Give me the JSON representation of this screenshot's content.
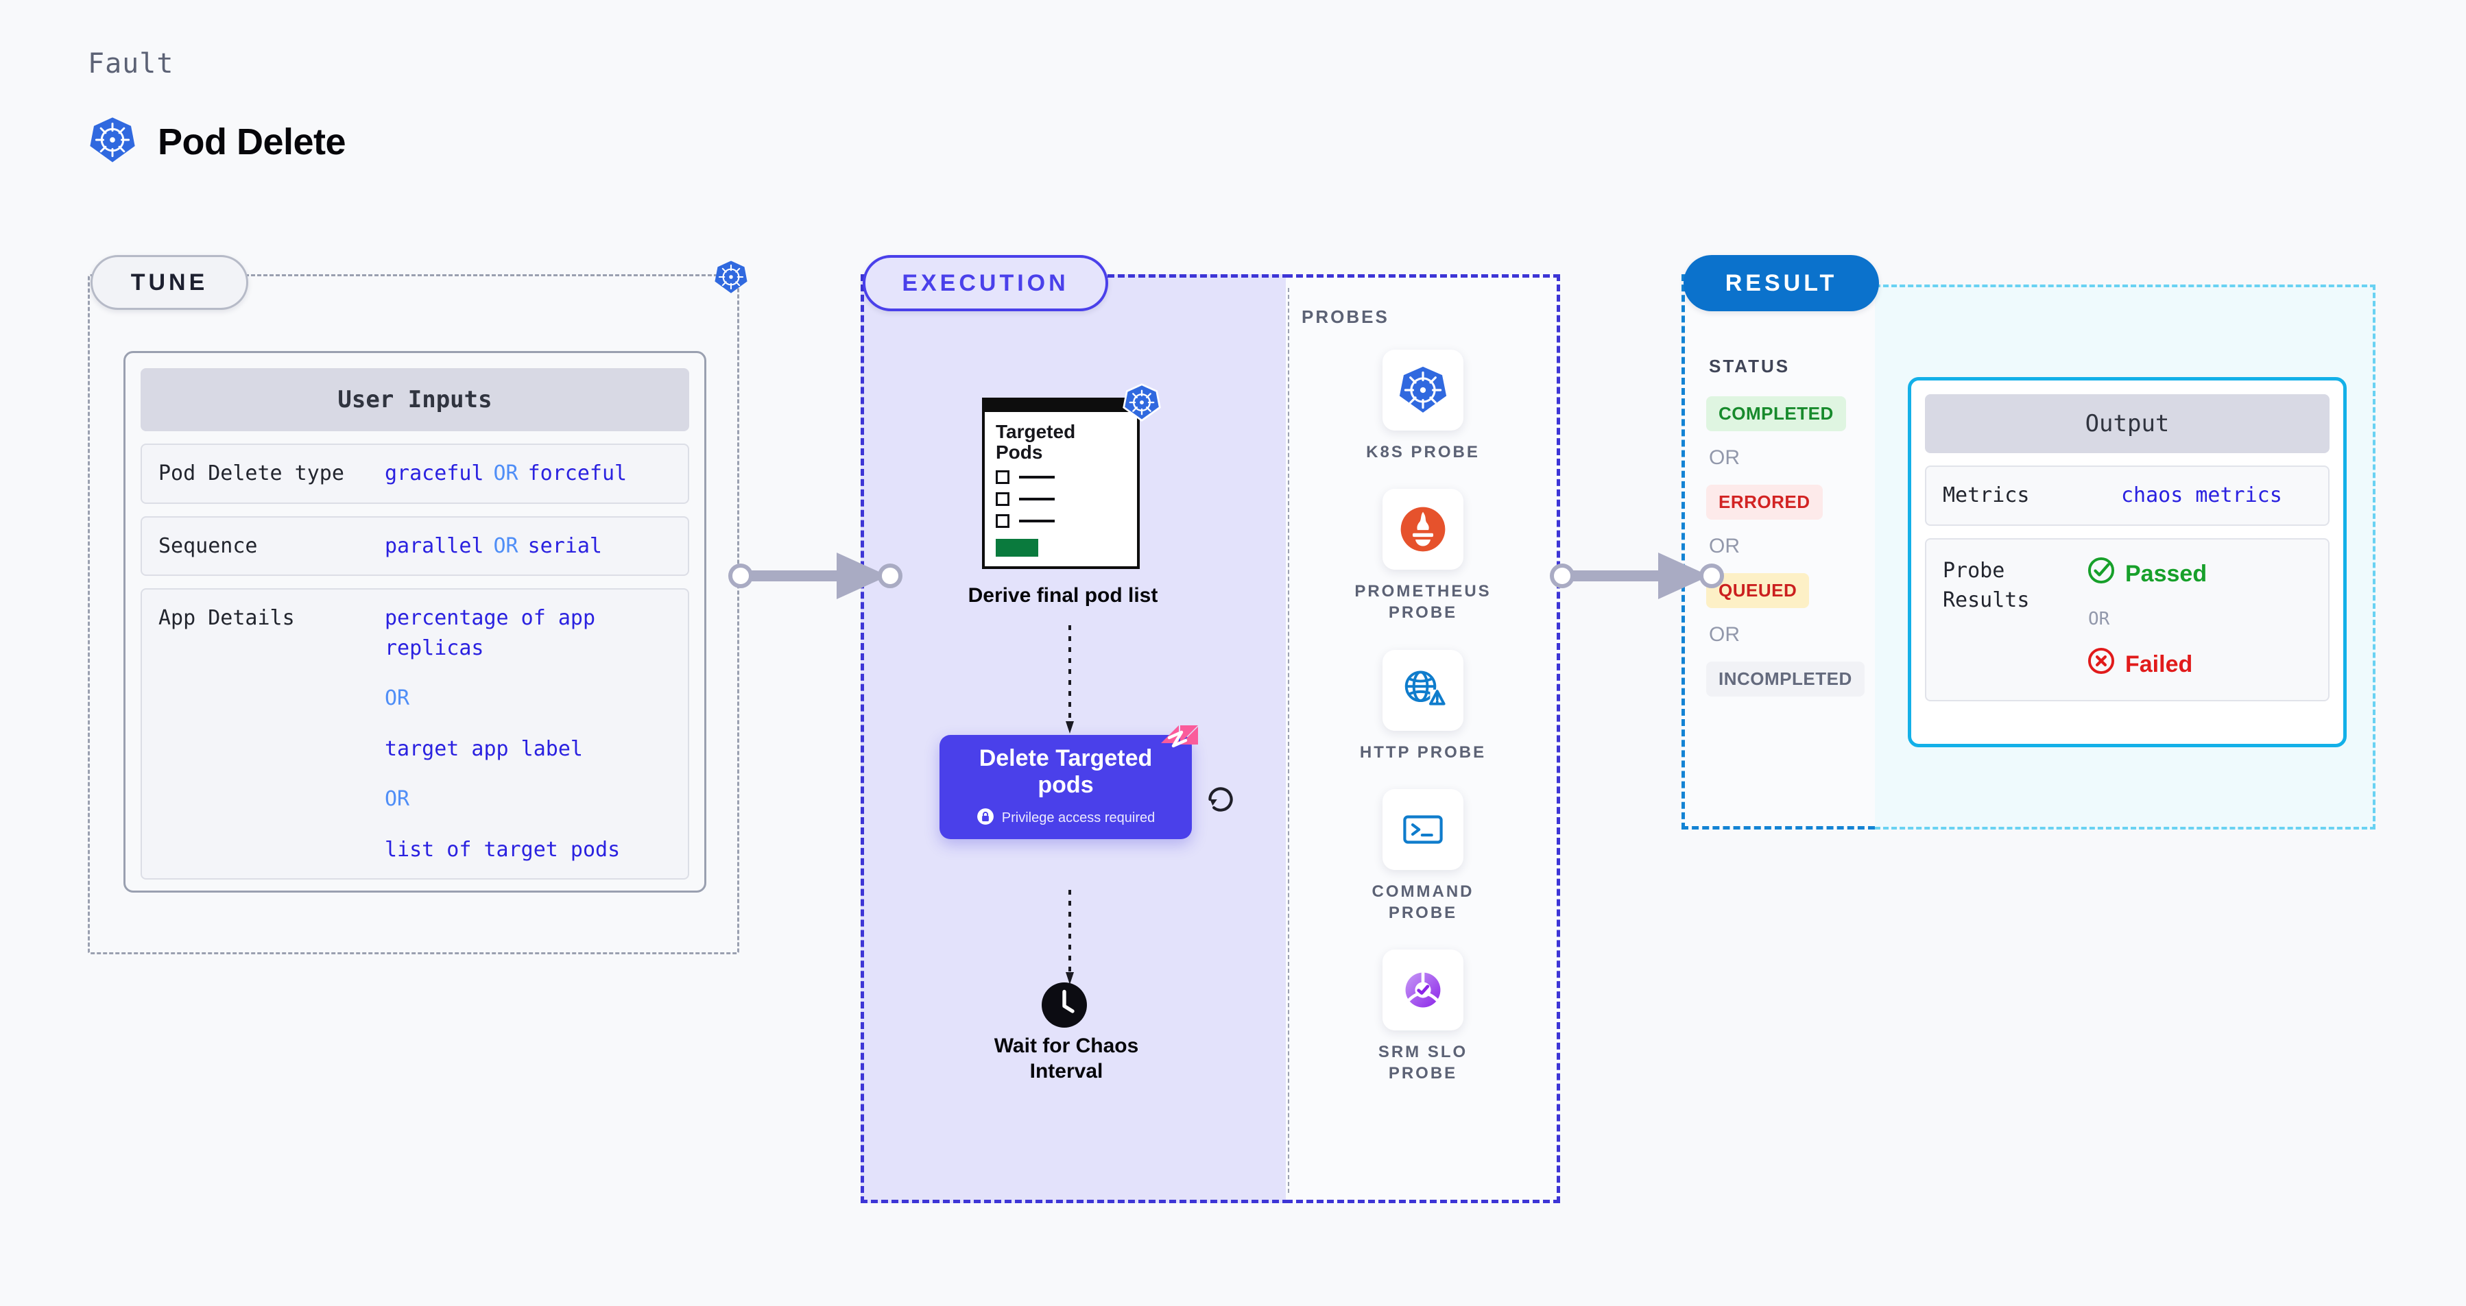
{
  "header": {
    "fault_label": "Fault",
    "title": "Pod Delete",
    "icon": "kubernetes-icon"
  },
  "sections": {
    "tune": {
      "pill_label": "TUNE",
      "border_icon": "kubernetes-icon"
    },
    "execution": {
      "pill_label": "EXECUTION"
    },
    "probes": {
      "title": "PROBES"
    },
    "result": {
      "pill_label": "RESULT"
    }
  },
  "tune": {
    "card_title": "User Inputs",
    "rows": [
      {
        "key": "Pod Delete type",
        "layout": "inline",
        "values": [
          "graceful",
          "forceful"
        ],
        "separator": "OR"
      },
      {
        "key": "Sequence",
        "layout": "inline",
        "values": [
          "parallel",
          "serial"
        ],
        "separator": "OR"
      },
      {
        "key": "App Details",
        "layout": "stacked",
        "values": [
          "percentage of app replicas",
          "target app label",
          "list of target pods"
        ],
        "separator": "OR"
      }
    ]
  },
  "execution": {
    "pods_card": {
      "title_line1": "Targeted",
      "title_line2": "Pods",
      "badge_icon": "kubernetes-icon",
      "checkbox_count": 3
    },
    "derive_label": "Derive final pod list",
    "delete_node": {
      "title": "Delete Targeted pods",
      "privilege_note": "Privilege access required",
      "lock_icon": "lock-icon",
      "ribbon_icon": "harness-chaos-icon",
      "loop_icon": "loop-refresh-icon"
    },
    "wait_node": {
      "icon": "clock-icon",
      "label_line1": "Wait for Chaos",
      "label_line2": "Interval"
    }
  },
  "probes": [
    {
      "icon": "kubernetes-icon",
      "label": "K8S PROBE"
    },
    {
      "icon": "prometheus-icon",
      "label": "PROMETHEUS PROBE"
    },
    {
      "icon": "http-globe-icon",
      "label": "HTTP PROBE"
    },
    {
      "icon": "command-terminal-icon",
      "label": "COMMAND PROBE"
    },
    {
      "icon": "srm-slo-icon",
      "label": "SRM SLO PROBE"
    }
  ],
  "result": {
    "status_title": "STATUS",
    "separator": "OR",
    "statuses": [
      {
        "label": "COMPLETED",
        "variant": "completed"
      },
      {
        "label": "ERRORED",
        "variant": "errored"
      },
      {
        "label": "QUEUED",
        "variant": "queued"
      },
      {
        "label": "INCOMPLETED",
        "variant": "incompleted"
      }
    ]
  },
  "output": {
    "card_title": "Output",
    "metrics": {
      "key": "Metrics",
      "value": "chaos metrics"
    },
    "probe_results": {
      "key_line1": "Probe",
      "key_line2": "Results",
      "passed_label": "Passed",
      "failed_label": "Failed",
      "separator": "OR",
      "passed_icon": "check-circle-icon",
      "failed_icon": "x-circle-icon"
    }
  },
  "connectors": {
    "arrow1": "arrow-right-icon",
    "arrow2": "arrow-right-icon"
  },
  "colors": {
    "accent_purple": "#4a40ea",
    "accent_blue": "#0b72cc",
    "accent_cyan": "#13b0e8",
    "k8s_blue": "#3069df",
    "value_blue": "#2a21e0",
    "or_blue": "#4f8ef7",
    "green": "#178a2c",
    "red": "#d22323",
    "pink": "#fa5c9b"
  }
}
